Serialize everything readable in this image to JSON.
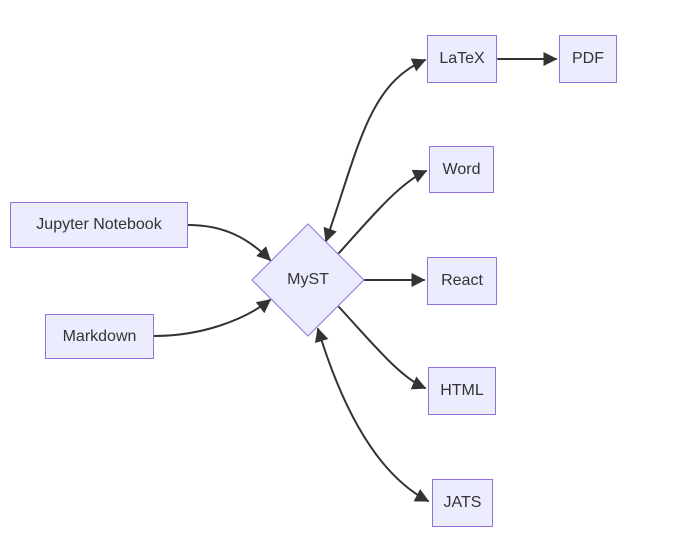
{
  "diagram": {
    "type": "flowchart",
    "direction": "LR",
    "colors": {
      "background": "#ffffff",
      "node_fill": "#ECECFF",
      "node_border": "#9370DB",
      "edge_stroke": "#333333",
      "text": "#333333"
    },
    "nodes": {
      "jupyter": {
        "label": "Jupyter Notebook",
        "shape": "rect"
      },
      "markdown": {
        "label": "Markdown",
        "shape": "rect"
      },
      "myst": {
        "label": "MyST",
        "shape": "diamond"
      },
      "latex": {
        "label": "LaTeX",
        "shape": "rect"
      },
      "pdf": {
        "label": "PDF",
        "shape": "rect"
      },
      "word": {
        "label": "Word",
        "shape": "rect"
      },
      "react": {
        "label": "React",
        "shape": "rect"
      },
      "html": {
        "label": "HTML",
        "shape": "rect"
      },
      "jats": {
        "label": "JATS",
        "shape": "rect"
      }
    },
    "edges": [
      {
        "from": "Jupyter Notebook",
        "to": "MyST",
        "direction": "forward"
      },
      {
        "from": "Markdown",
        "to": "MyST",
        "direction": "forward"
      },
      {
        "from": "MyST",
        "to": "LaTeX",
        "direction": "bidirectional"
      },
      {
        "from": "LaTeX",
        "to": "PDF",
        "direction": "forward"
      },
      {
        "from": "MyST",
        "to": "Word",
        "direction": "forward"
      },
      {
        "from": "MyST",
        "to": "React",
        "direction": "forward"
      },
      {
        "from": "MyST",
        "to": "HTML",
        "direction": "forward"
      },
      {
        "from": "MyST",
        "to": "JATS",
        "direction": "bidirectional"
      }
    ]
  }
}
